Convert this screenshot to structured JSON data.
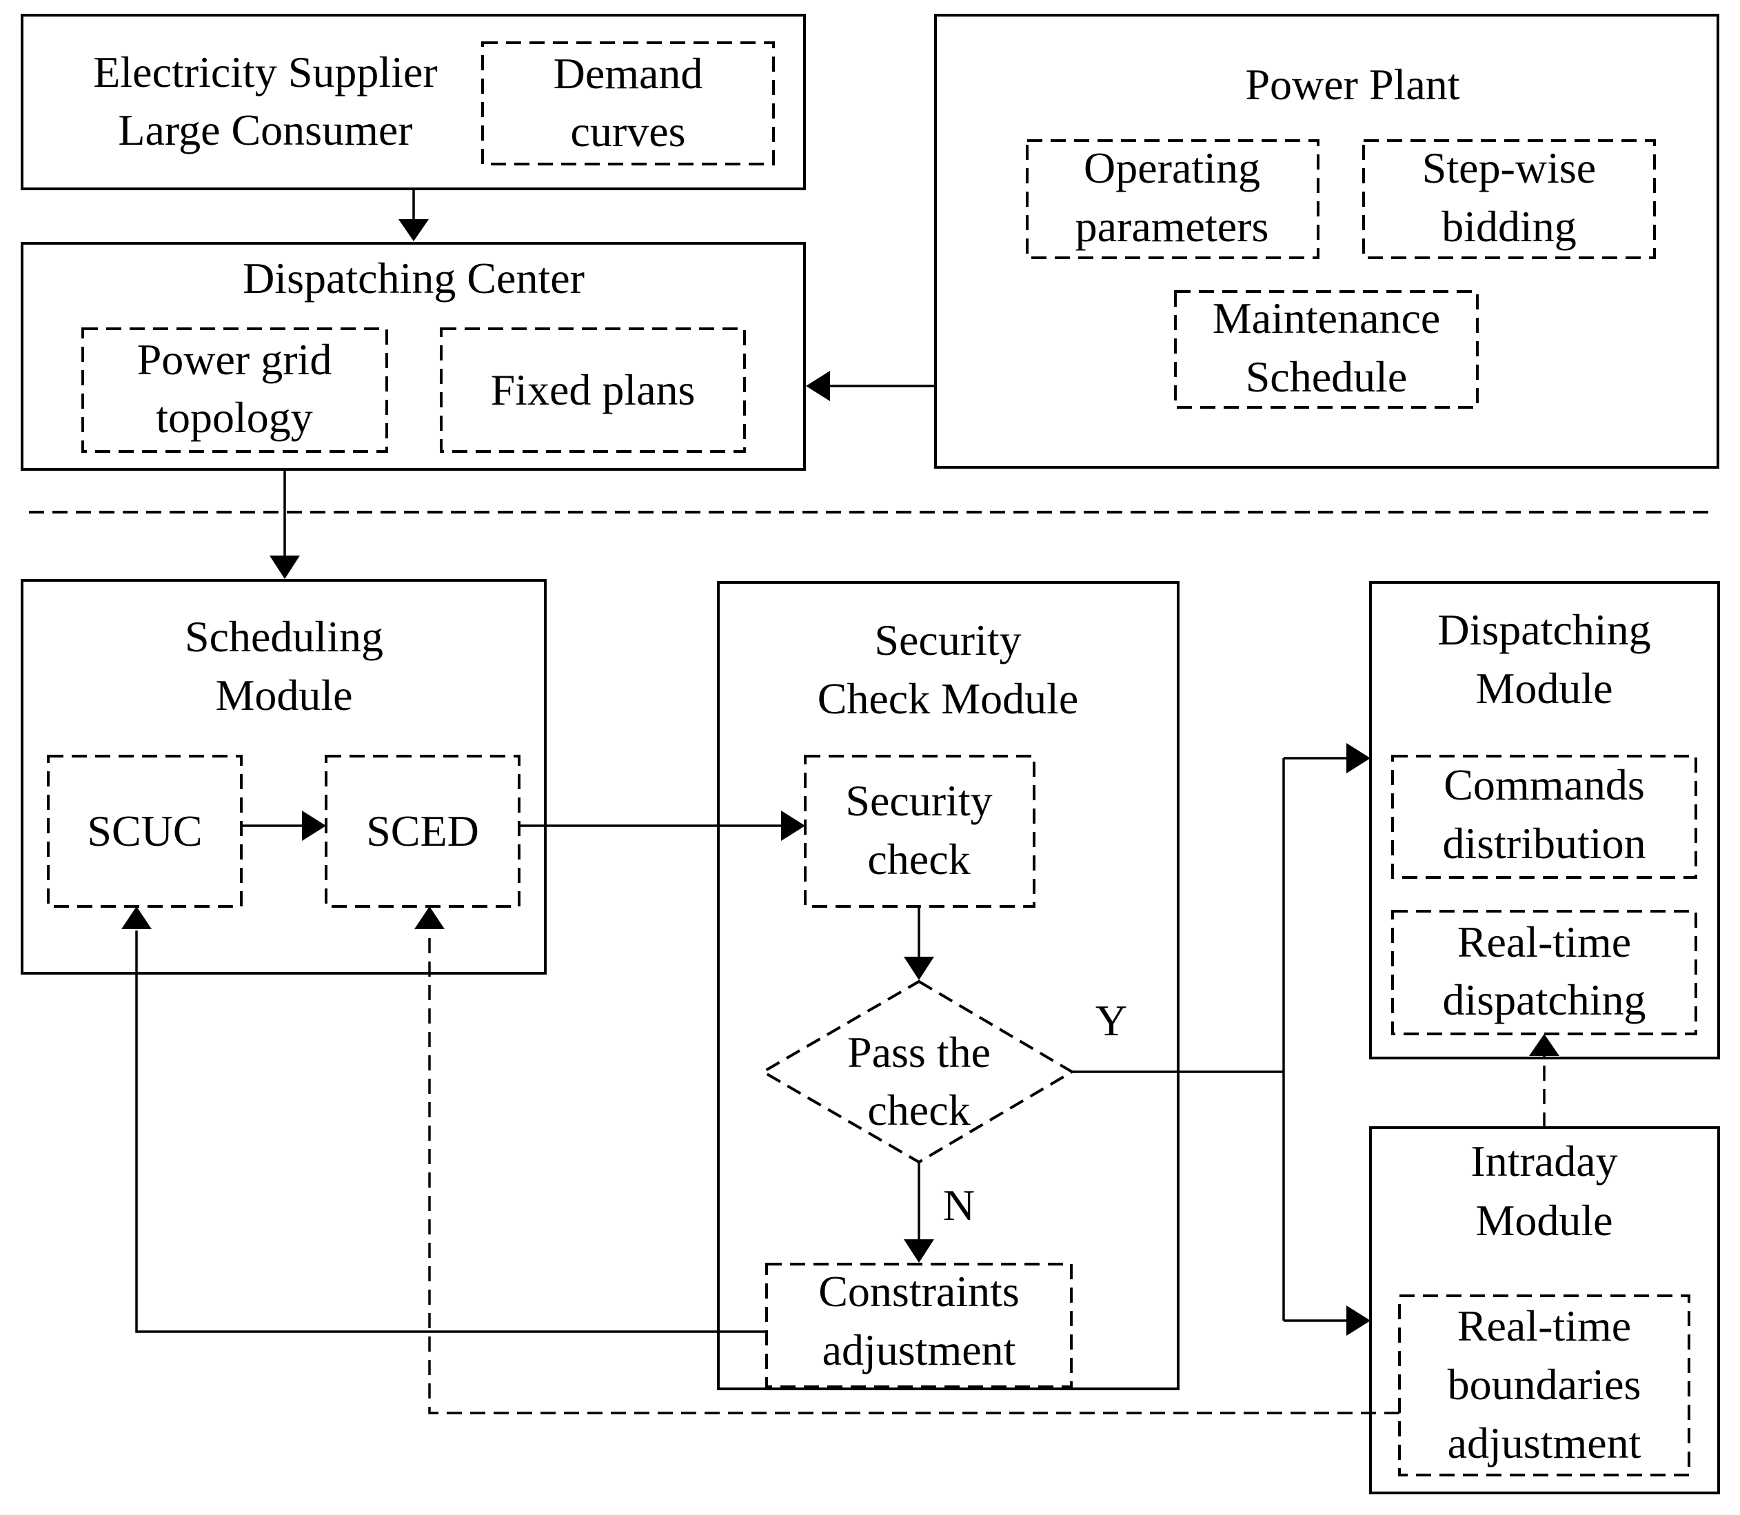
{
  "nodes": {
    "supplier": {
      "line1": "Electricity Supplier",
      "line2": "Large Consumer"
    },
    "demand_curves": {
      "line1": "Demand",
      "line2": "curves"
    },
    "power_plant": {
      "title": "Power Plant"
    },
    "operating_parameters": {
      "line1": "Operating",
      "line2": "parameters"
    },
    "stepwise_bidding": {
      "line1": "Step-wise",
      "line2": "bidding"
    },
    "maintenance_schedule": {
      "line1": "Maintenance",
      "line2": "Schedule"
    },
    "dispatching_center": {
      "title": "Dispatching Center"
    },
    "power_grid_topology": {
      "line1": "Power grid",
      "line2": "topology"
    },
    "fixed_plans": {
      "line1": "Fixed plans"
    },
    "scheduling_module": {
      "line1": "Scheduling",
      "line2": "Module"
    },
    "scuc": {
      "line1": "SCUC"
    },
    "sced": {
      "line1": "SCED"
    },
    "security_check_module": {
      "line1": "Security",
      "line2": "Check Module"
    },
    "security_check": {
      "line1": "Security",
      "line2": "check"
    },
    "pass_the_check": {
      "line1": "Pass the",
      "line2": "check"
    },
    "constraints_adjustment": {
      "line1": "Constraints",
      "line2": "adjustment"
    },
    "dispatching_module": {
      "line1": "Dispatching",
      "line2": "Module"
    },
    "commands_distribution": {
      "line1": "Commands",
      "line2": "distribution"
    },
    "realtime_dispatching": {
      "line1": "Real-time",
      "line2": "dispatching"
    },
    "intraday_module": {
      "line1": "Intraday",
      "line2": "Module"
    },
    "realtime_boundaries": {
      "line1": "Real-time",
      "line2": "boundaries",
      "line3": "adjustment"
    }
  },
  "edge_labels": {
    "yes": "Y",
    "no": "N"
  }
}
